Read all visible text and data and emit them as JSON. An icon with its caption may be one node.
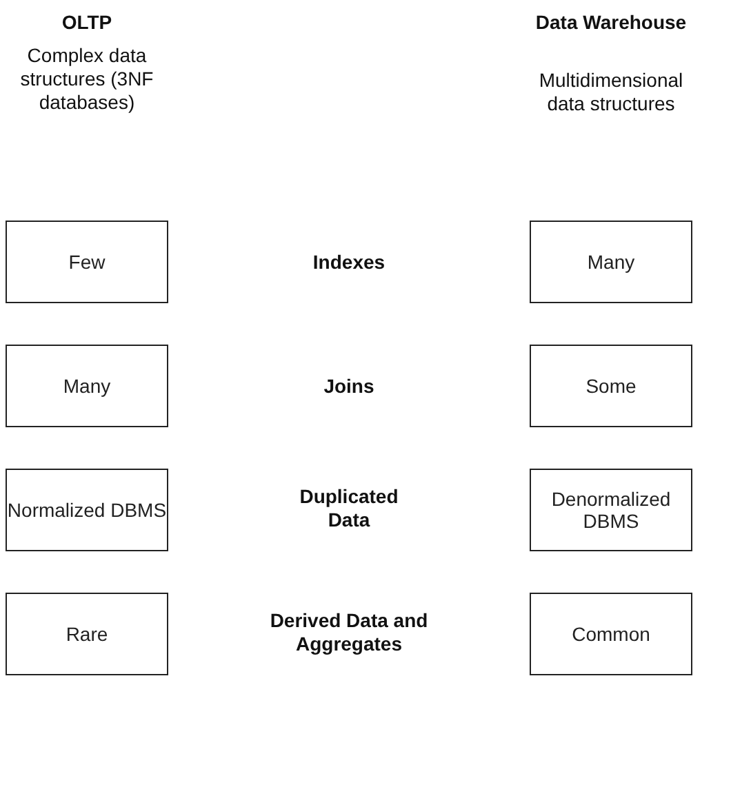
{
  "diagram": {
    "nodes": [
      {
        "text": [
          "Few"
        ]
      },
      {
        "text": [
          "Many"
        ]
      },
      {
        "text": [
          "Many"
        ]
      },
      {
        "text": [
          "Some"
        ]
      },
      {
        "text": [
          "Normalized DBMS"
        ]
      },
      {
        "text": [
          "Denormalized DBMS"
        ]
      },
      {
        "text": [
          "Rare"
        ]
      },
      {
        "text": [
          "Common"
        ]
      }
    ],
    "labels": [
      "OLTP",
      "Data Warehouse",
      "Complex data structures (3NF databases)",
      "Multidimensional data structures",
      "Indexes",
      "Joins",
      "Duplicated Data",
      "Derived Data and Aggregates"
    ]
  }
}
